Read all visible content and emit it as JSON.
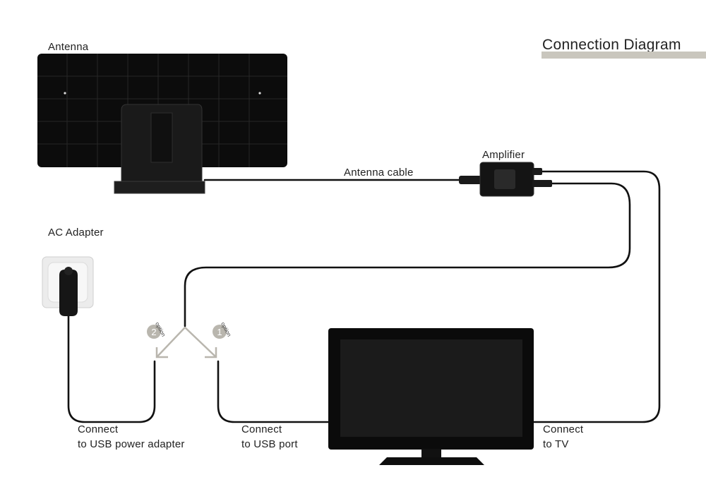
{
  "header": {
    "title": "Connection Diagram"
  },
  "labels": {
    "antenna": "Antenna",
    "amplifier": "Amplifier",
    "antenna_cable": "Antenna cable",
    "ac_adapter": "AC Adapter"
  },
  "options": [
    {
      "number": "2",
      "word": "option"
    },
    {
      "number": "1",
      "word": "option"
    }
  ],
  "captions": {
    "usb_adapter_line1": "Connect",
    "usb_adapter_line2": "to USB power adapter",
    "usb_port_line1": "Connect",
    "usb_port_line2": "to USB port",
    "tv_line1": "Connect",
    "tv_line2": "to TV"
  },
  "colors": {
    "cable": "#111111",
    "device": "#0d0d0d",
    "accent_bar": "#c9c6bd",
    "option_badge": "#b9b6ae",
    "arrow": "#b9b6ae"
  }
}
